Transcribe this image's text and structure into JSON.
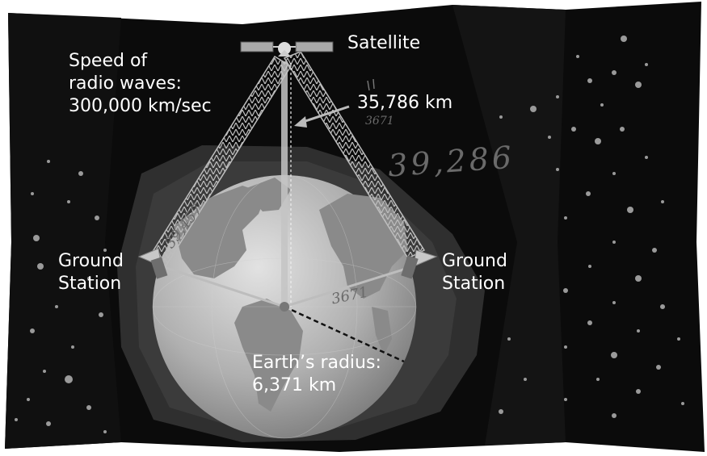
{
  "labels": {
    "satellite": "Satellite",
    "speed_line1": "Speed of",
    "speed_line2": "radio waves:",
    "speed_line3": "300,000 km/sec",
    "altitude": "35,786 km",
    "ground_left_line1": "Ground",
    "ground_left_line2": "Station",
    "ground_right_line1": "Ground",
    "ground_right_line2": "Station",
    "radius_line1": "Earth’s radius:",
    "radius_line2": "6,371 km"
  },
  "handwriting": {
    "sum": "39,286",
    "small_numbers": "3671",
    "slant_path": "39,457",
    "baseline": "3671"
  },
  "colors": {
    "background": "#0b0b0b",
    "halo": "#3a3a3a",
    "earth_ocean": "#b4b4b4",
    "earth_land": "#8a8a8a",
    "text": "#ffffff",
    "beam": "#a9a9a9"
  }
}
